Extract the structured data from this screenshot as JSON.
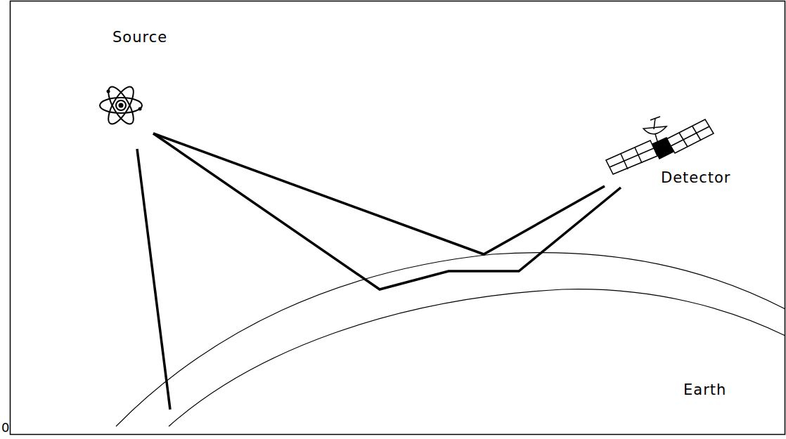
{
  "diagram": {
    "labels": [
      "Source",
      "Detector",
      "Earth",
      "0"
    ]
  }
}
